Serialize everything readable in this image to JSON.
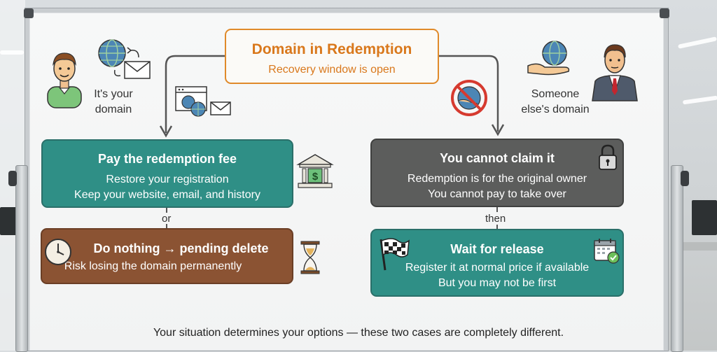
{
  "title": {
    "heading": "Domain in Redemption",
    "subtitle": "Recovery window is open"
  },
  "left_person": {
    "label_line1": "It's your",
    "label_line2": "domain"
  },
  "right_person": {
    "label_line1": "Someone",
    "label_line2": "else's domain"
  },
  "pay_box": {
    "heading": "Pay the redemption fee",
    "line1": "Restore your registration",
    "line2": "Keep your website, email, and history"
  },
  "connector_or": "or",
  "nothing_box": {
    "heading": "Do nothing → pending delete",
    "line1": "Risk losing the domain permanently"
  },
  "claim_box": {
    "heading": "You cannot claim it",
    "line1": "Redemption is for the original owner",
    "line2": "You cannot pay to take over"
  },
  "connector_then": "then",
  "wait_box": {
    "heading": "Wait for release",
    "line1": "Register it at normal price if available",
    "line2": "But you may not be first"
  },
  "footer": "Your situation determines your options — these two cases are completely different.",
  "colors": {
    "orange": "#e08a2a",
    "teal": "#2f8f86",
    "gray": "#5c5d5c",
    "brown": "#8b5333"
  },
  "icons": [
    "globe-mail-icon",
    "browser-globe-icon",
    "bank-dollar-icon",
    "clock-icon",
    "hourglass-icon",
    "hand-globe-icon",
    "no-globe-icon",
    "padlock-icon",
    "checkered-flag-icon",
    "calendar-check-icon"
  ]
}
